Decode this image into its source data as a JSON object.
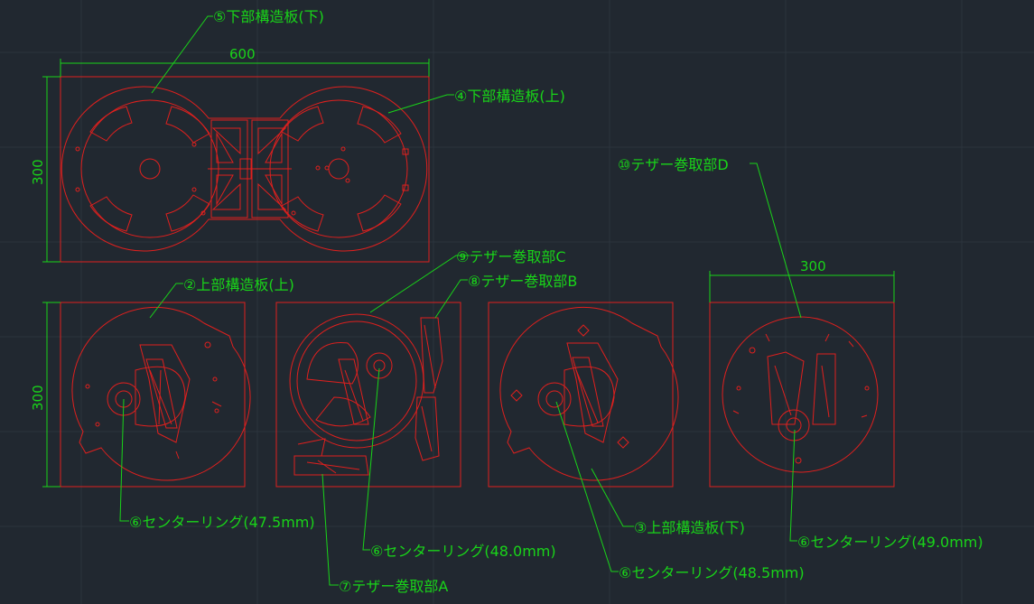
{
  "colors": {
    "background": "#212830",
    "grid": "#2c343d",
    "parts": "#e0201e",
    "annotations": "#19d419"
  },
  "dimensions": {
    "top_width": "600",
    "top_height": "300",
    "row_height": "300",
    "right_width": "300"
  },
  "labels": {
    "lower_plate_bottom": "⑤下部構造板(下)",
    "lower_plate_top": "④下部構造板(上)",
    "tether_d": "⑩テザー巻取部D",
    "tether_c": "⑨テザー巻取部C",
    "tether_b": "⑧テザー巻取部B",
    "upper_plate_top": "②上部構造板(上)",
    "upper_plate_bottom": "③上部構造板(下)",
    "tether_a": "⑦テザー巻取部A",
    "ring_475": "⑥センターリング(47.5mm)",
    "ring_480": "⑥センターリング(48.0mm)",
    "ring_485": "⑥センターリング(48.5mm)",
    "ring_490": "⑥センターリング(49.0mm)"
  }
}
